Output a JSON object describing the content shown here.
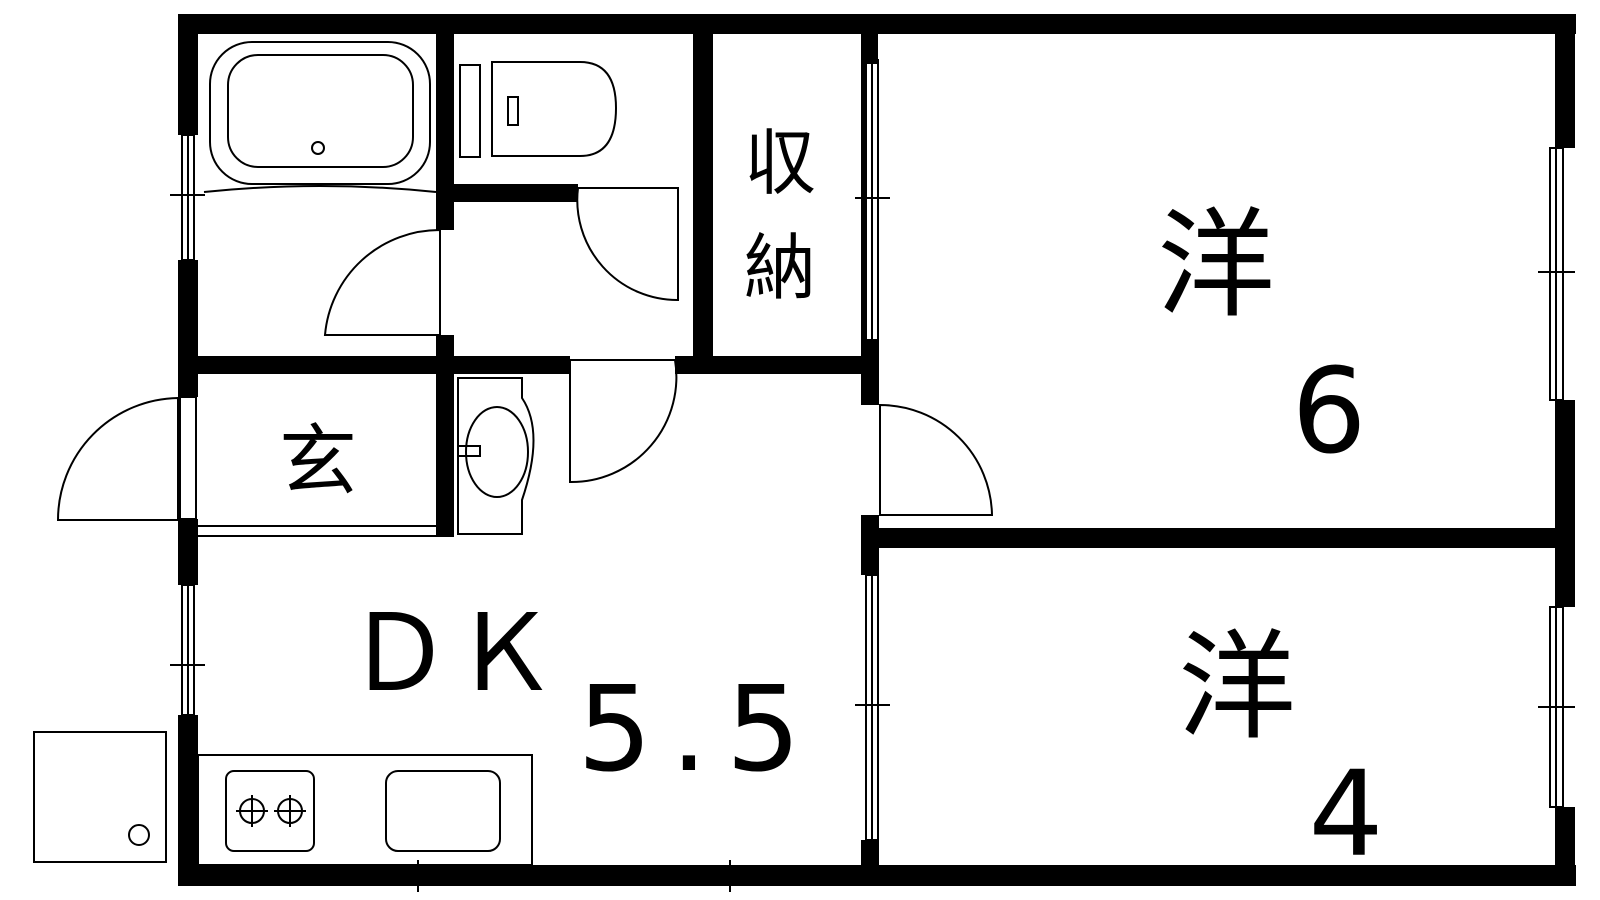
{
  "floor_plan": {
    "rooms": {
      "storage": {
        "line1": "収",
        "line2": "納"
      },
      "western_1": {
        "label": "洋",
        "size": "6"
      },
      "western_2": {
        "label": "洋",
        "size": "4"
      },
      "entrance": {
        "label": "玄"
      },
      "dining_kitchen": {
        "label": "ＤＫ",
        "size": "5.5"
      }
    },
    "fixtures": [
      "bathtub-icon",
      "toilet-icon",
      "washbasin-icon",
      "gas-stove-icon",
      "kitchen-sink-icon",
      "washing-machine-pan-icon"
    ],
    "colors": {
      "wall": "#000000",
      "background": "#ffffff"
    }
  }
}
